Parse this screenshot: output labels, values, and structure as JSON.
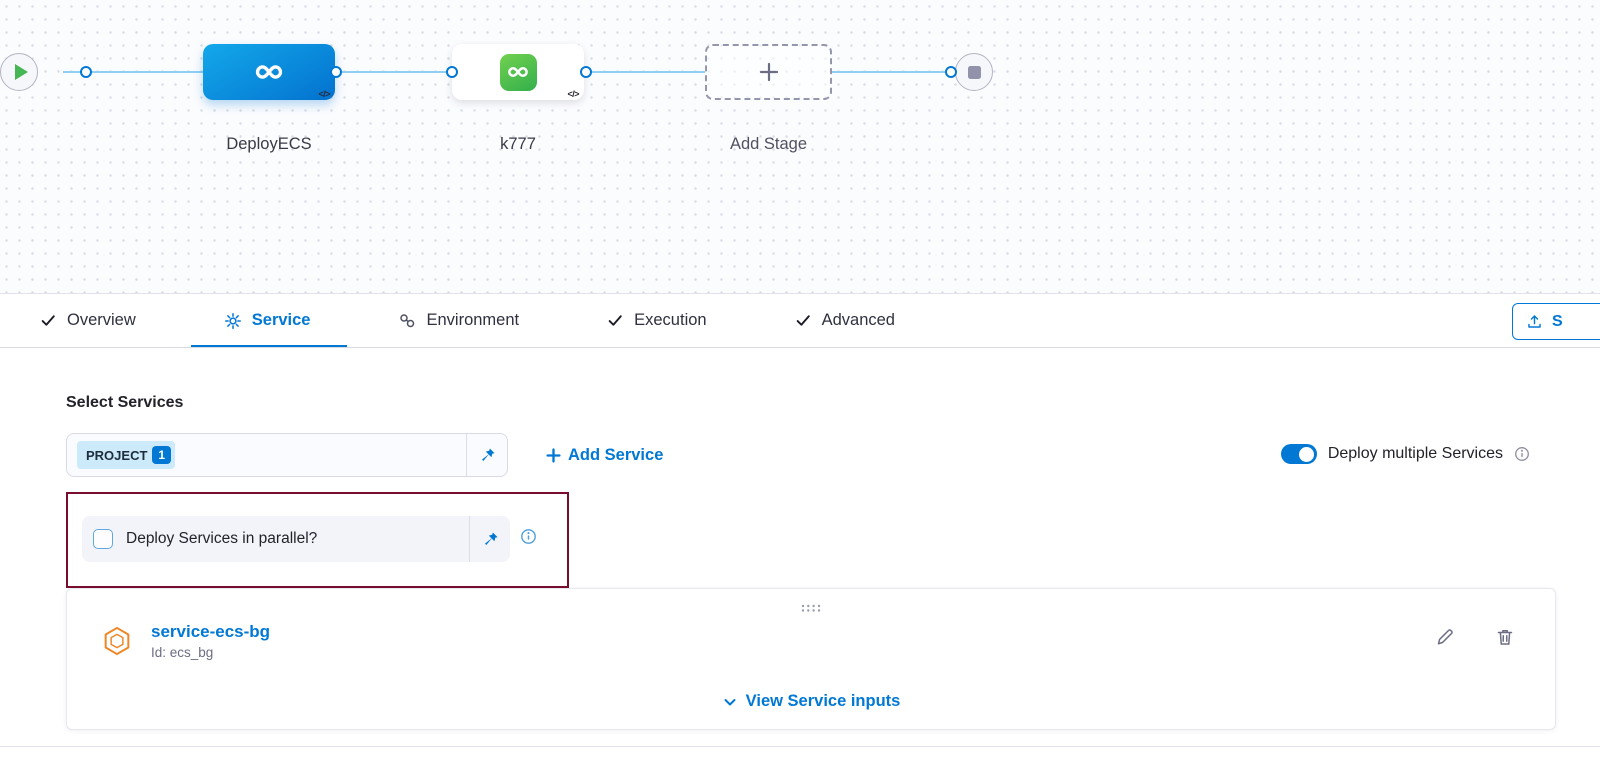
{
  "canvas": {
    "nodes": [
      {
        "label": "DeployECS"
      },
      {
        "label": "k777"
      },
      {
        "label": "Add Stage"
      }
    ],
    "code_badge": "</>"
  },
  "tabs": {
    "items": [
      {
        "label": "Overview"
      },
      {
        "label": "Service"
      },
      {
        "label": "Environment"
      },
      {
        "label": "Execution"
      },
      {
        "label": "Advanced"
      }
    ],
    "save_label": "S"
  },
  "services": {
    "section_label": "Select Services",
    "chip_label": "PROJECT",
    "chip_count": "1",
    "add_service_label": "Add Service",
    "deploy_multiple_label": "Deploy multiple Services",
    "parallel_label": "Deploy Services in parallel?"
  },
  "service_card": {
    "name": "service-ecs-bg",
    "id": "Id: ecs_bg",
    "view_inputs_label": "View Service inputs"
  },
  "colors": {
    "accent": "#0278d5",
    "highlight_border": "#7a0d2e",
    "node_green": "#42b44a",
    "toggle_on": "#0278d5"
  }
}
